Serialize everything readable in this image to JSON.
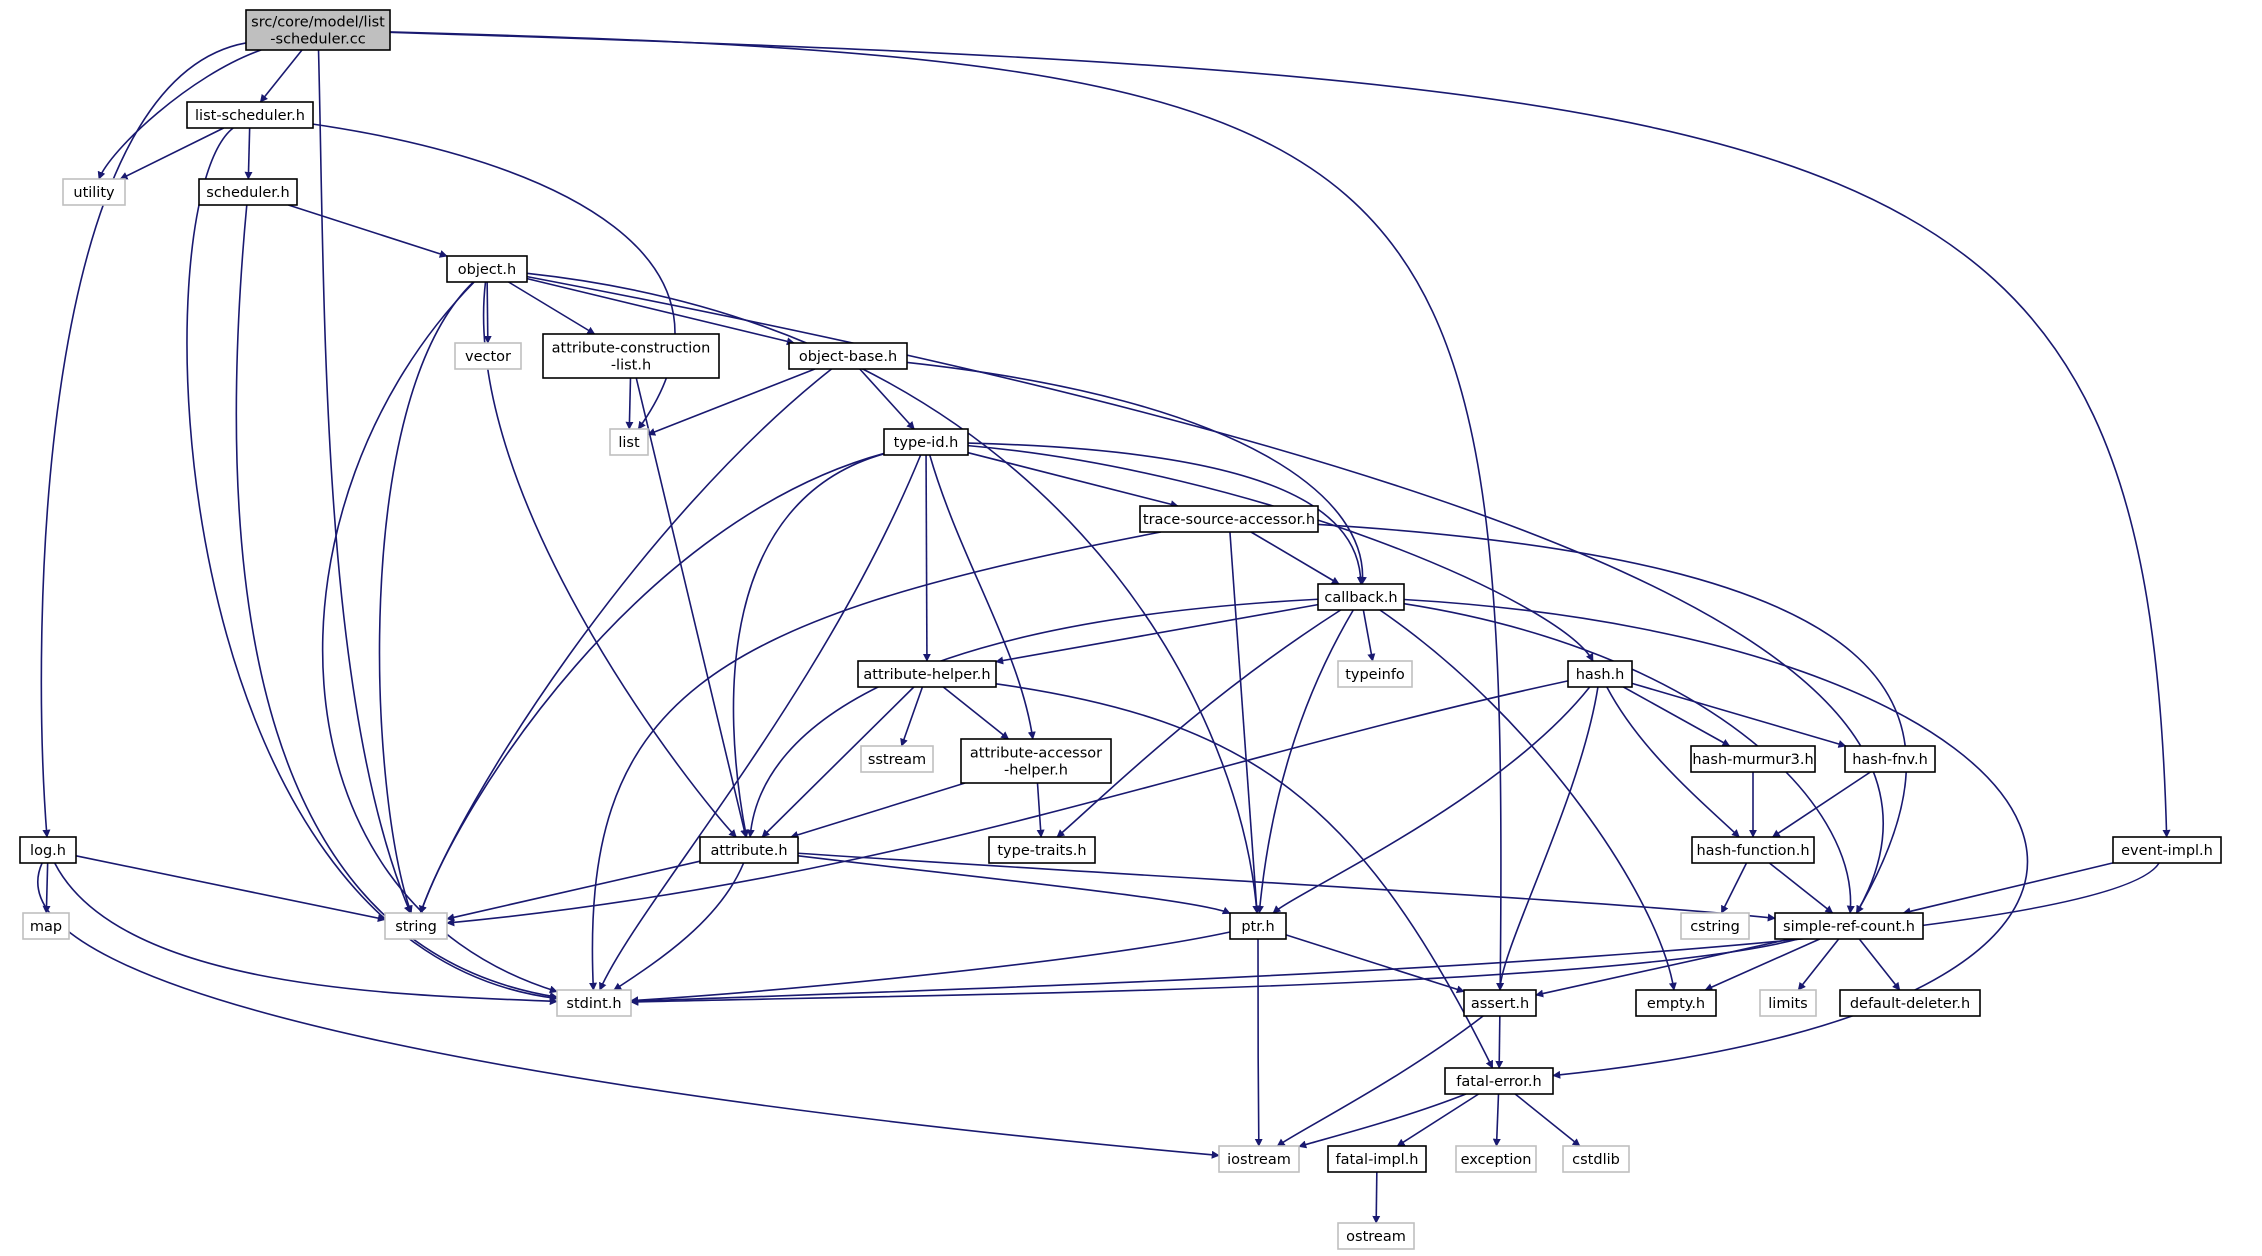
{
  "colors": {
    "edge": "#191970",
    "root_fill": "#bfbfbf",
    "node_border": "#000000",
    "external_border": "#bfbfbf",
    "background": "#ffffff"
  },
  "nodes": [
    {
      "id": "root",
      "kind": "root",
      "lines": [
        "src/core/model/list",
        "-scheduler.cc"
      ]
    },
    {
      "id": "list_scheduler_h",
      "kind": "header",
      "lines": [
        "list-scheduler.h"
      ]
    },
    {
      "id": "utility",
      "kind": "external",
      "lines": [
        "utility"
      ]
    },
    {
      "id": "scheduler_h",
      "kind": "header",
      "lines": [
        "scheduler.h"
      ]
    },
    {
      "id": "object_h",
      "kind": "header",
      "lines": [
        "object.h"
      ]
    },
    {
      "id": "vector",
      "kind": "external",
      "lines": [
        "vector"
      ]
    },
    {
      "id": "attr_construction_list_h",
      "kind": "header",
      "lines": [
        "attribute-construction",
        "-list.h"
      ]
    },
    {
      "id": "object_base_h",
      "kind": "header",
      "lines": [
        "object-base.h"
      ]
    },
    {
      "id": "list",
      "kind": "external",
      "lines": [
        "list"
      ]
    },
    {
      "id": "type_id_h",
      "kind": "header",
      "lines": [
        "type-id.h"
      ]
    },
    {
      "id": "trace_source_accessor_h",
      "kind": "header",
      "lines": [
        "trace-source-accessor.h"
      ]
    },
    {
      "id": "callback_h",
      "kind": "header",
      "lines": [
        "callback.h"
      ]
    },
    {
      "id": "typeinfo",
      "kind": "external",
      "lines": [
        "typeinfo"
      ]
    },
    {
      "id": "attribute_helper_h",
      "kind": "header",
      "lines": [
        "attribute-helper.h"
      ]
    },
    {
      "id": "hash_h",
      "kind": "header",
      "lines": [
        "hash.h"
      ]
    },
    {
      "id": "sstream",
      "kind": "external",
      "lines": [
        "sstream"
      ]
    },
    {
      "id": "attribute_accessor_helper_h",
      "kind": "header",
      "lines": [
        "attribute-accessor",
        "-helper.h"
      ]
    },
    {
      "id": "hash_murmur3_h",
      "kind": "header",
      "lines": [
        "hash-murmur3.h"
      ]
    },
    {
      "id": "hash_fnv_h",
      "kind": "header",
      "lines": [
        "hash-fnv.h"
      ]
    },
    {
      "id": "log_h",
      "kind": "header",
      "lines": [
        "log.h"
      ]
    },
    {
      "id": "attribute_h",
      "kind": "header",
      "lines": [
        "attribute.h"
      ]
    },
    {
      "id": "type_traits_h",
      "kind": "header",
      "lines": [
        "type-traits.h"
      ]
    },
    {
      "id": "hash_function_h",
      "kind": "header",
      "lines": [
        "hash-function.h"
      ]
    },
    {
      "id": "event_impl_h",
      "kind": "header",
      "lines": [
        "event-impl.h"
      ]
    },
    {
      "id": "map",
      "kind": "external",
      "lines": [
        "map"
      ]
    },
    {
      "id": "string",
      "kind": "external",
      "lines": [
        "string"
      ]
    },
    {
      "id": "ptr_h",
      "kind": "header",
      "lines": [
        "ptr.h"
      ]
    },
    {
      "id": "cstring",
      "kind": "external",
      "lines": [
        "cstring"
      ]
    },
    {
      "id": "simple_ref_count_h",
      "kind": "header",
      "lines": [
        "simple-ref-count.h"
      ]
    },
    {
      "id": "stdint_h",
      "kind": "external",
      "lines": [
        "stdint.h"
      ]
    },
    {
      "id": "assert_h",
      "kind": "header",
      "lines": [
        "assert.h"
      ]
    },
    {
      "id": "empty_h",
      "kind": "header",
      "lines": [
        "empty.h"
      ]
    },
    {
      "id": "limits",
      "kind": "external",
      "lines": [
        "limits"
      ]
    },
    {
      "id": "default_deleter_h",
      "kind": "header",
      "lines": [
        "default-deleter.h"
      ]
    },
    {
      "id": "fatal_error_h",
      "kind": "header",
      "lines": [
        "fatal-error.h"
      ]
    },
    {
      "id": "iostream",
      "kind": "external",
      "lines": [
        "iostream"
      ]
    },
    {
      "id": "fatal_impl_h",
      "kind": "header",
      "lines": [
        "fatal-impl.h"
      ]
    },
    {
      "id": "exception",
      "kind": "external",
      "lines": [
        "exception"
      ]
    },
    {
      "id": "cstdlib",
      "kind": "external",
      "lines": [
        "cstdlib"
      ]
    },
    {
      "id": "ostream",
      "kind": "external",
      "lines": [
        "ostream"
      ]
    }
  ],
  "edges": [
    [
      "root",
      "list_scheduler_h"
    ],
    [
      "root",
      "utility"
    ],
    [
      "root",
      "log_h"
    ],
    [
      "root",
      "string"
    ],
    [
      "root",
      "assert_h"
    ],
    [
      "root",
      "event_impl_h"
    ],
    [
      "list_scheduler_h",
      "utility"
    ],
    [
      "list_scheduler_h",
      "scheduler_h"
    ],
    [
      "list_scheduler_h",
      "list"
    ],
    [
      "list_scheduler_h",
      "stdint_h"
    ],
    [
      "scheduler_h",
      "object_h"
    ],
    [
      "scheduler_h",
      "stdint_h"
    ],
    [
      "object_h",
      "vector"
    ],
    [
      "object_h",
      "attr_construction_list_h"
    ],
    [
      "object_h",
      "object_base_h"
    ],
    [
      "object_h",
      "ptr_h"
    ],
    [
      "object_h",
      "simple_ref_count_h"
    ],
    [
      "object_h",
      "attribute_h"
    ],
    [
      "object_h",
      "string"
    ],
    [
      "object_h",
      "stdint_h"
    ],
    [
      "attr_construction_list_h",
      "list"
    ],
    [
      "attr_construction_list_h",
      "attribute_h"
    ],
    [
      "object_base_h",
      "list"
    ],
    [
      "object_base_h",
      "type_id_h"
    ],
    [
      "object_base_h",
      "callback_h"
    ],
    [
      "object_base_h",
      "string"
    ],
    [
      "type_id_h",
      "trace_source_accessor_h"
    ],
    [
      "type_id_h",
      "callback_h"
    ],
    [
      "type_id_h",
      "hash_h"
    ],
    [
      "type_id_h",
      "attribute_helper_h"
    ],
    [
      "type_id_h",
      "attribute_accessor_helper_h"
    ],
    [
      "type_id_h",
      "attribute_h"
    ],
    [
      "type_id_h",
      "string"
    ],
    [
      "type_id_h",
      "stdint_h"
    ],
    [
      "trace_source_accessor_h",
      "callback_h"
    ],
    [
      "trace_source_accessor_h",
      "ptr_h"
    ],
    [
      "trace_source_accessor_h",
      "simple_ref_count_h"
    ],
    [
      "trace_source_accessor_h",
      "stdint_h"
    ],
    [
      "callback_h",
      "typeinfo"
    ],
    [
      "callback_h",
      "attribute_helper_h"
    ],
    [
      "callback_h",
      "attribute_h"
    ],
    [
      "callback_h",
      "type_traits_h"
    ],
    [
      "callback_h",
      "ptr_h"
    ],
    [
      "callback_h",
      "empty_h"
    ],
    [
      "callback_h",
      "simple_ref_count_h"
    ],
    [
      "callback_h",
      "fatal_error_h"
    ],
    [
      "attribute_helper_h",
      "sstream"
    ],
    [
      "attribute_helper_h",
      "attribute_accessor_helper_h"
    ],
    [
      "attribute_helper_h",
      "attribute_h"
    ],
    [
      "attribute_helper_h",
      "fatal_error_h"
    ],
    [
      "attribute_accessor_helper_h",
      "type_traits_h"
    ],
    [
      "attribute_accessor_helper_h",
      "attribute_h"
    ],
    [
      "hash_h",
      "hash_murmur3_h"
    ],
    [
      "hash_h",
      "hash_fnv_h"
    ],
    [
      "hash_h",
      "hash_function_h"
    ],
    [
      "hash_h",
      "ptr_h"
    ],
    [
      "hash_h",
      "assert_h"
    ],
    [
      "hash_h",
      "string"
    ],
    [
      "hash_murmur3_h",
      "hash_function_h"
    ],
    [
      "hash_fnv_h",
      "hash_function_h"
    ],
    [
      "hash_function_h",
      "cstring"
    ],
    [
      "hash_function_h",
      "simple_ref_count_h"
    ],
    [
      "log_h",
      "map"
    ],
    [
      "log_h",
      "string"
    ],
    [
      "log_h",
      "stdint_h"
    ],
    [
      "log_h",
      "iostream"
    ],
    [
      "attribute_h",
      "string"
    ],
    [
      "attribute_h",
      "ptr_h"
    ],
    [
      "attribute_h",
      "simple_ref_count_h"
    ],
    [
      "attribute_h",
      "stdint_h"
    ],
    [
      "event_impl_h",
      "simple_ref_count_h"
    ],
    [
      "event_impl_h",
      "stdint_h"
    ],
    [
      "ptr_h",
      "stdint_h"
    ],
    [
      "ptr_h",
      "assert_h"
    ],
    [
      "ptr_h",
      "iostream"
    ],
    [
      "simple_ref_count_h",
      "stdint_h"
    ],
    [
      "simple_ref_count_h",
      "assert_h"
    ],
    [
      "simple_ref_count_h",
      "empty_h"
    ],
    [
      "simple_ref_count_h",
      "limits"
    ],
    [
      "simple_ref_count_h",
      "default_deleter_h"
    ],
    [
      "assert_h",
      "fatal_error_h"
    ],
    [
      "assert_h",
      "iostream"
    ],
    [
      "fatal_error_h",
      "iostream"
    ],
    [
      "fatal_error_h",
      "fatal_impl_h"
    ],
    [
      "fatal_error_h",
      "exception"
    ],
    [
      "fatal_error_h",
      "cstdlib"
    ],
    [
      "fatal_impl_h",
      "ostream"
    ]
  ]
}
